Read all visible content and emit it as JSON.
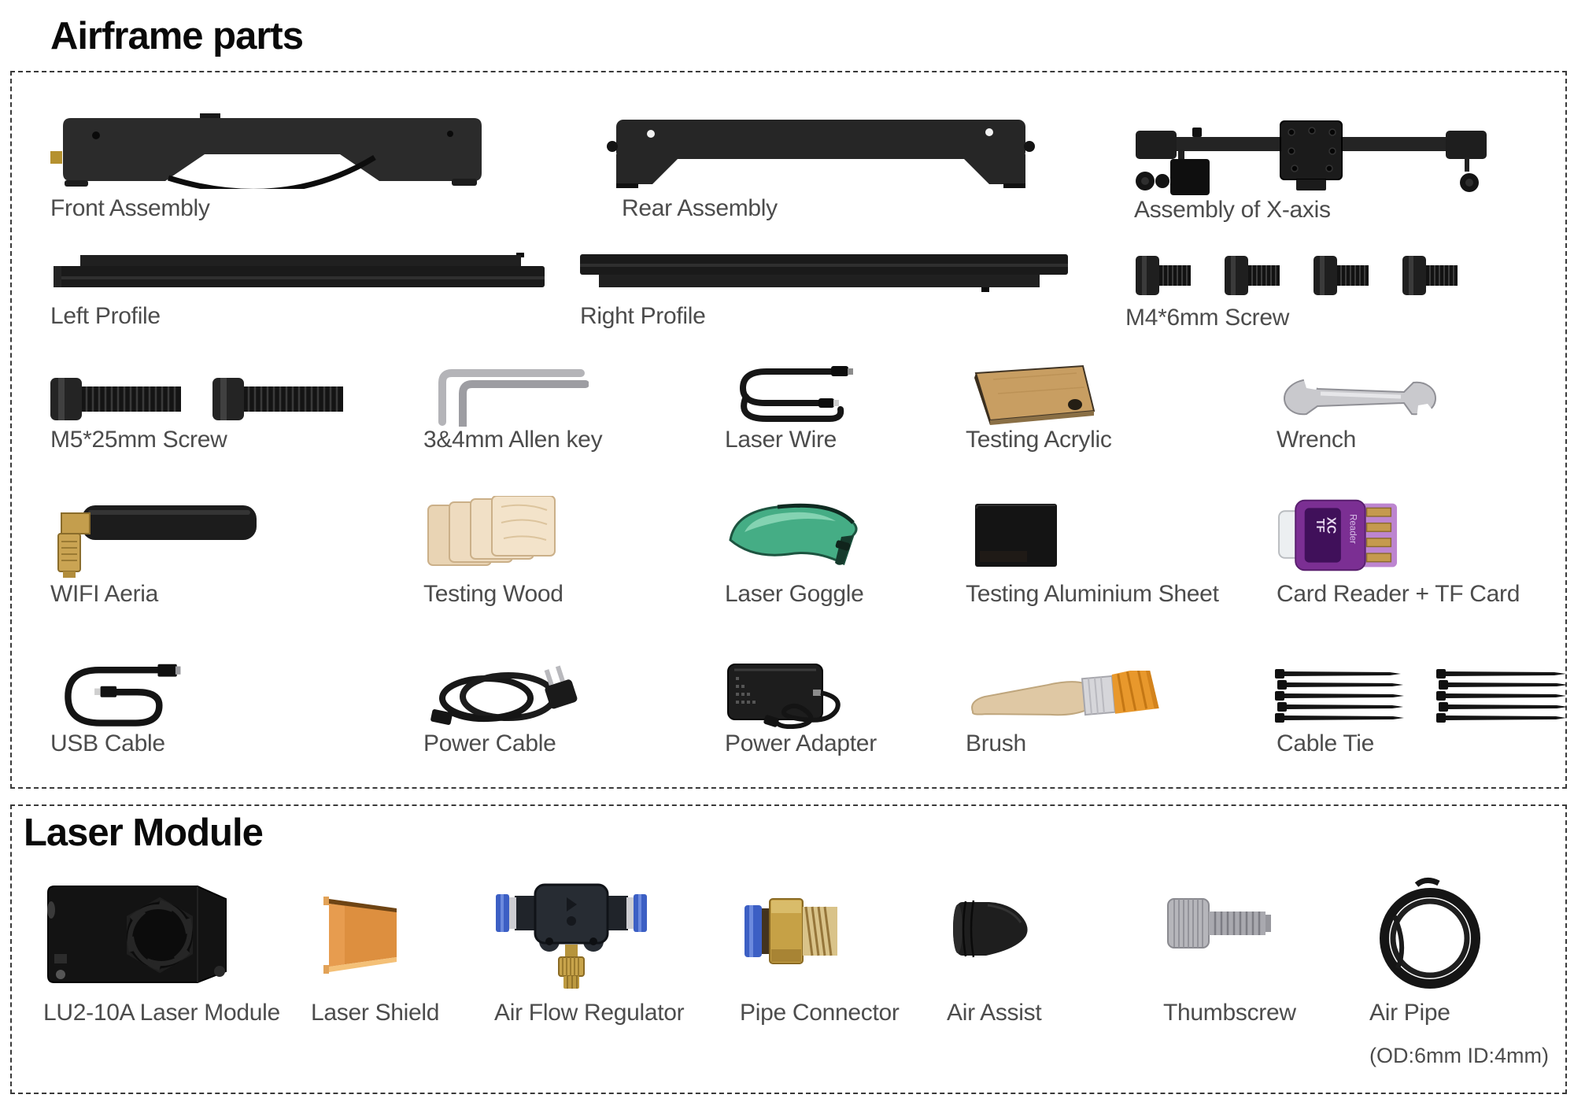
{
  "airframe": {
    "title": "Airframe parts",
    "items": {
      "front_assembly": "Front Assembly",
      "rear_assembly": "Rear Assembly",
      "x_axis_assembly": "Assembly of X-axis",
      "left_profile": "Left Profile",
      "right_profile": "Right Profile",
      "m4_screw": "M4*6mm Screw",
      "m5_screw": "M5*25mm Screw",
      "allen_key": "3&4mm Allen key",
      "laser_wire": "Laser Wire",
      "testing_acrylic": "Testing Acrylic",
      "wrench": "Wrench",
      "wifi_aeria": "WIFI Aeria",
      "testing_wood": "Testing Wood",
      "laser_goggle": "Laser Goggle",
      "testing_aluminium_sheet": "Testing Aluminium Sheet",
      "card_reader": "Card Reader + TF Card",
      "usb_cable": "USB Cable",
      "power_cable": "Power Cable",
      "power_adapter": "Power Adapter",
      "brush": "Brush",
      "cable_tie": "Cable Tie"
    },
    "card_reader_print": {
      "tf": "TF",
      "xc": "XC",
      "reader": "Reader"
    }
  },
  "laser_module": {
    "title": "Laser Module",
    "items": {
      "lu2_10a": "LU2-10A Laser Module",
      "laser_shield": "Laser Shield",
      "air_flow_regulator": "Air Flow Regulator",
      "pipe_connector": "Pipe Connector",
      "air_assist": "Air Assist",
      "thumbscrew": "Thumbscrew",
      "air_pipe": "Air Pipe",
      "air_pipe_note": "(OD:6mm ID:4mm)"
    }
  },
  "palette": {
    "label_gray": "#4c4c4c",
    "title_black": "#0a0a0a",
    "part_dark": "#1e1e1e",
    "goggle_green": "#45ad85",
    "shield_orange": "#dd8f3f",
    "card_reader_purple": "#7b2f93",
    "fitting_blue": "#3c5fc4",
    "brass_gold": "#c6a146",
    "wood_cream": "#eed9bb",
    "acrylic_tan": "#c89e62",
    "bristle_orange": "#e8982c",
    "silver": "#b9b9bd"
  }
}
